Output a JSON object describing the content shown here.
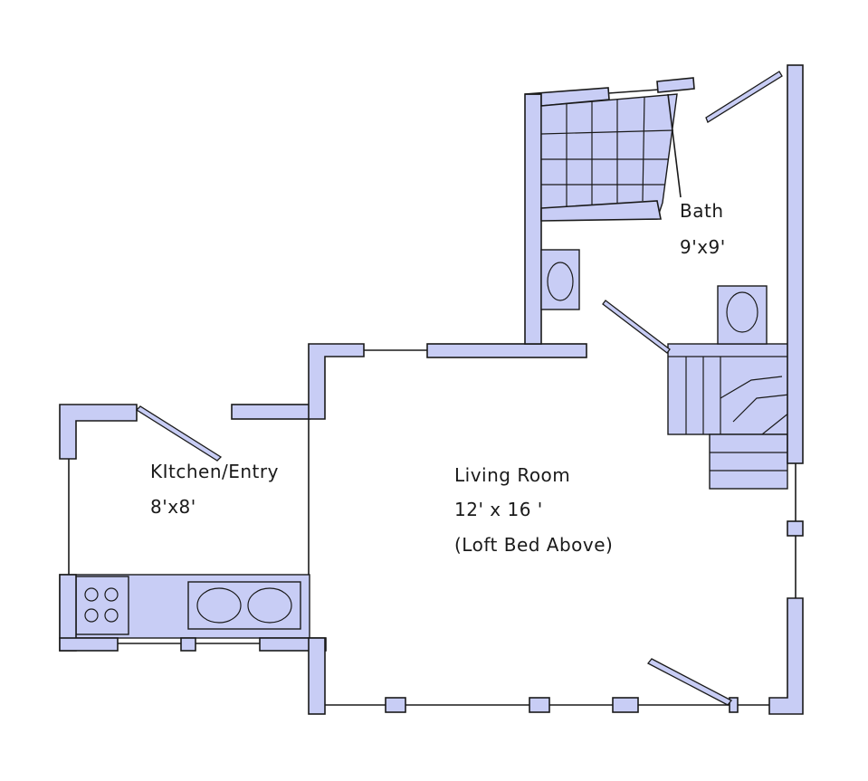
{
  "colors": {
    "wall_fill": "#c8cdf5",
    "line": "#1a1a1a",
    "background": "#ffffff"
  },
  "rooms": {
    "kitchen": {
      "name": "KItchen/Entry",
      "size": "8'x8'"
    },
    "living": {
      "name": "Living Room",
      "size": "12' x 16 '",
      "note": "(Loft Bed Above)"
    },
    "bath": {
      "name": "Bath",
      "size": "9'x9'"
    }
  }
}
